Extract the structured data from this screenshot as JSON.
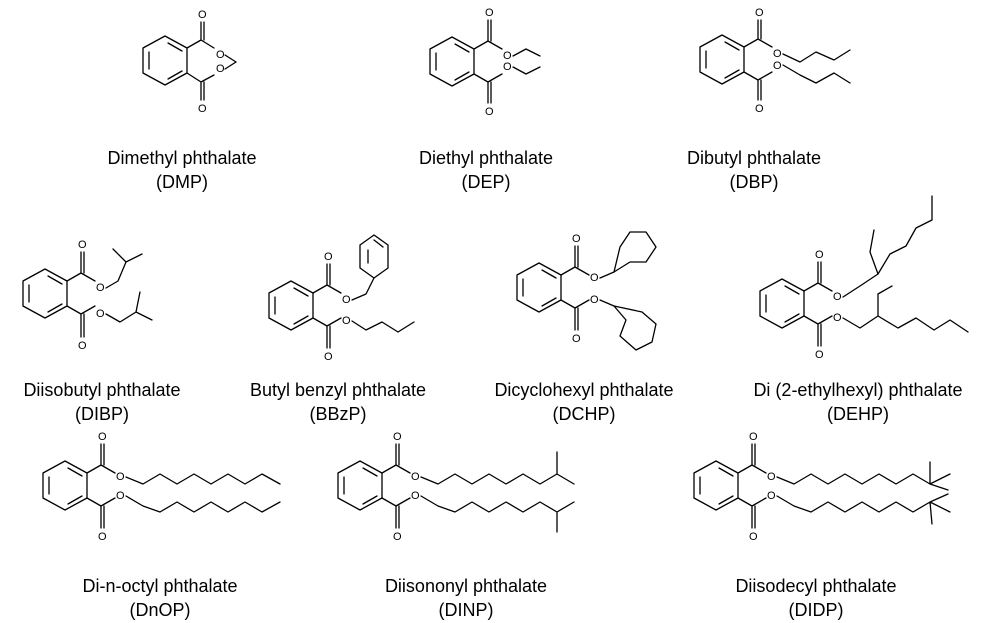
{
  "compounds": [
    {
      "name": "Dimethyl phthalate",
      "abbr": "(DMP)"
    },
    {
      "name": "Diethyl phthalate",
      "abbr": "(DEP)"
    },
    {
      "name": "Dibutyl phthalate",
      "abbr": "(DBP)"
    },
    {
      "name": "Diisobutyl phthalate",
      "abbr": "(DIBP)"
    },
    {
      "name": "Butyl benzyl phthalate",
      "abbr": "(BBzP)"
    },
    {
      "name": "Dicyclohexyl phthalate",
      "abbr": "(DCHP)"
    },
    {
      "name": "Di (2-ethylhexyl) phthalate",
      "abbr": "(DEHP)"
    },
    {
      "name": "Di-n-octyl phthalate",
      "abbr": "(DnOP)"
    },
    {
      "name": "Diisononyl phthalate",
      "abbr": "(DINP)"
    },
    {
      "name": "Diisodecyl phthalate",
      "abbr": "(DIDP)"
    }
  ],
  "atom_symbol": "O",
  "colors": {
    "ink": "#000000",
    "background": "#ffffff"
  }
}
